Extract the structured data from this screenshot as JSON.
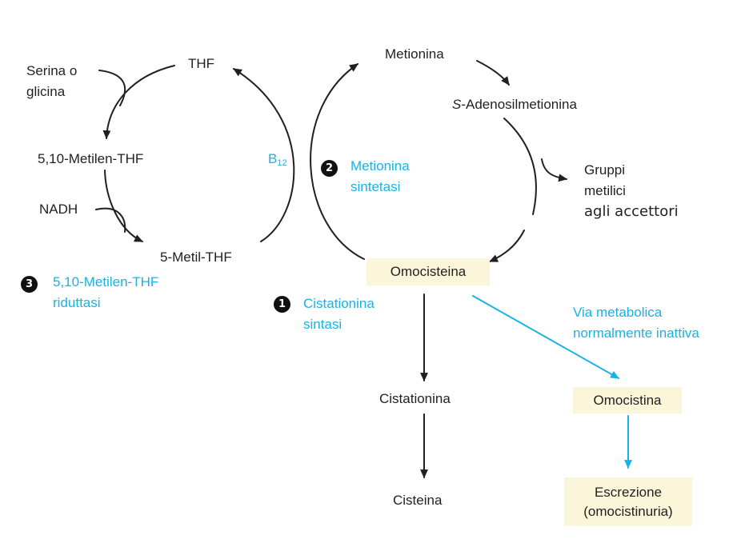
{
  "nodes": {
    "thf": "THF",
    "serina_1": "Serina o",
    "serina_2": "glicina",
    "metilen_thf": "5,10-Metilen-THF",
    "nadh": "NADH",
    "metil_thf": "5-Metil-THF",
    "metionina": "Metionina",
    "sam_prefix": "S",
    "sam_rest": "-Adenosilmetionina",
    "gruppi_1": "Gruppi",
    "gruppi_2": "metilici",
    "gruppi_3": "agli accettori",
    "omocisteina": "Omocisteina",
    "cistationina": "Cistationina",
    "cisteina": "Cisteina",
    "omocistina": "Omocistina",
    "escrezione_1": "Escrezione",
    "escrezione_2": "(omocistinuria)"
  },
  "cofactor": {
    "main": "B",
    "sub": "12"
  },
  "enzymes": [
    {
      "number": "1",
      "line1": "Cistationina",
      "line2": "sintasi"
    },
    {
      "number": "2",
      "line1": "Metionina",
      "line2": "sintetasi"
    },
    {
      "number": "3",
      "line1": "5,10-Metilen-THF",
      "line2": "riduttasi"
    }
  ],
  "pathway_note": {
    "line1": "Via metabolica",
    "line2": "normalmente inattiva"
  },
  "colors": {
    "text": "#231f20",
    "enzyme_blue": "#17b3e6",
    "highlight": "#fbf6d9",
    "badge": "#111111"
  }
}
